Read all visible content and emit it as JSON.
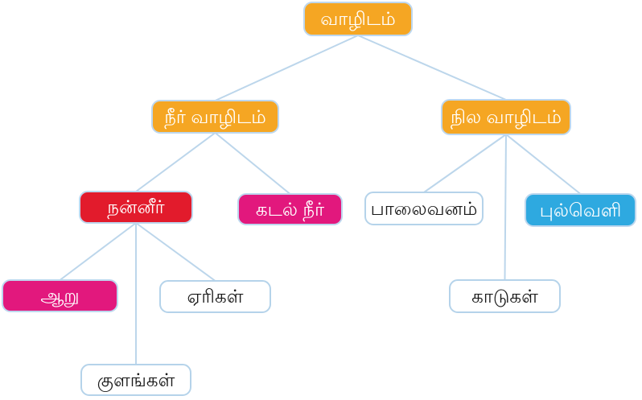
{
  "diagram": {
    "type": "tree",
    "edge_color": "#BCD6EB",
    "edge_width": 2,
    "colors": {
      "orange": {
        "bg": "#F5A623",
        "text": "#FFFFFF",
        "border": "#BDD7EE"
      },
      "red": {
        "bg": "#E21B2C",
        "text": "#FFFFFF",
        "border": "#BDD7EE"
      },
      "pink": {
        "bg": "#E2187D",
        "text": "#FFFFFF",
        "border": "#BDD7EE"
      },
      "blue": {
        "bg": "#2EA9E0",
        "text": "#FFFFFF",
        "border": "#BDD7EE"
      },
      "white": {
        "bg": "#FFFFFF",
        "text": "#1A1A1A",
        "border": "#B5D3EA"
      }
    },
    "nodes": [
      {
        "id": "vazhidam",
        "label": "வாழிடம்",
        "variant": "orange"
      },
      {
        "id": "neer-vazhidam",
        "label": "நீர் வாழிடம்",
        "variant": "orange"
      },
      {
        "id": "nila-vazhidam",
        "label": "நில வாழிடம்",
        "variant": "orange"
      },
      {
        "id": "nanneer",
        "label": "நன்னீர்",
        "variant": "red"
      },
      {
        "id": "kadal-neer",
        "label": "கடல் நீர்",
        "variant": "pink"
      },
      {
        "id": "paalaivanam",
        "label": "பாலைவனம்",
        "variant": "white"
      },
      {
        "id": "pulveli",
        "label": "புல்வெளி",
        "variant": "blue"
      },
      {
        "id": "aaru",
        "label": "ஆறு",
        "variant": "pink"
      },
      {
        "id": "erigal",
        "label": "ஏரிகள்",
        "variant": "white"
      },
      {
        "id": "kaadugal",
        "label": "காடுகள்",
        "variant": "white"
      },
      {
        "id": "kulangal",
        "label": "குளங்கள்",
        "variant": "white"
      }
    ],
    "edges": [
      {
        "from": "vazhidam",
        "to": "neer-vazhidam"
      },
      {
        "from": "vazhidam",
        "to": "nila-vazhidam"
      },
      {
        "from": "neer-vazhidam",
        "to": "nanneer"
      },
      {
        "from": "neer-vazhidam",
        "to": "kadal-neer"
      },
      {
        "from": "nila-vazhidam",
        "to": "paalaivanam"
      },
      {
        "from": "nila-vazhidam",
        "to": "pulveli"
      },
      {
        "from": "nila-vazhidam",
        "to": "kaadugal"
      },
      {
        "from": "nanneer",
        "to": "aaru"
      },
      {
        "from": "nanneer",
        "to": "erigal"
      },
      {
        "from": "nanneer",
        "to": "kulangal"
      }
    ]
  }
}
